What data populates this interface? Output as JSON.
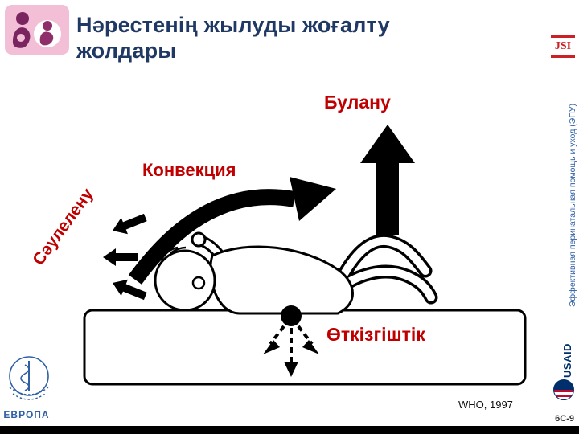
{
  "header": {
    "title": "Нәрестенің жылуды жоғалту жолдары"
  },
  "diagram": {
    "evaporation_label": "Булану",
    "convection_label": "Конвекция",
    "radiation_label": "Сәулелену",
    "conduction_label": "Өткізгіштік",
    "citation": "WHO, 1997"
  },
  "right_strip": {
    "program_text": "Эффективная перинатальная помощь и уход (ЭПУ)",
    "jsi_label": "JSI",
    "usaid_label": "USAID"
  },
  "footer": {
    "slide_number": "6C-9",
    "who_region_label": "ЕВРОПА"
  },
  "colors": {
    "title_blue": "#1F3864",
    "label_red": "#C00000",
    "program_blue": "#2F5FA5",
    "usaid_blue": "#002F6C",
    "jsi_red": "#CC2027",
    "logo_pink": "#F2BFD6",
    "logo_purple": "#7A2460",
    "bottom_bar_black": "#000000"
  }
}
